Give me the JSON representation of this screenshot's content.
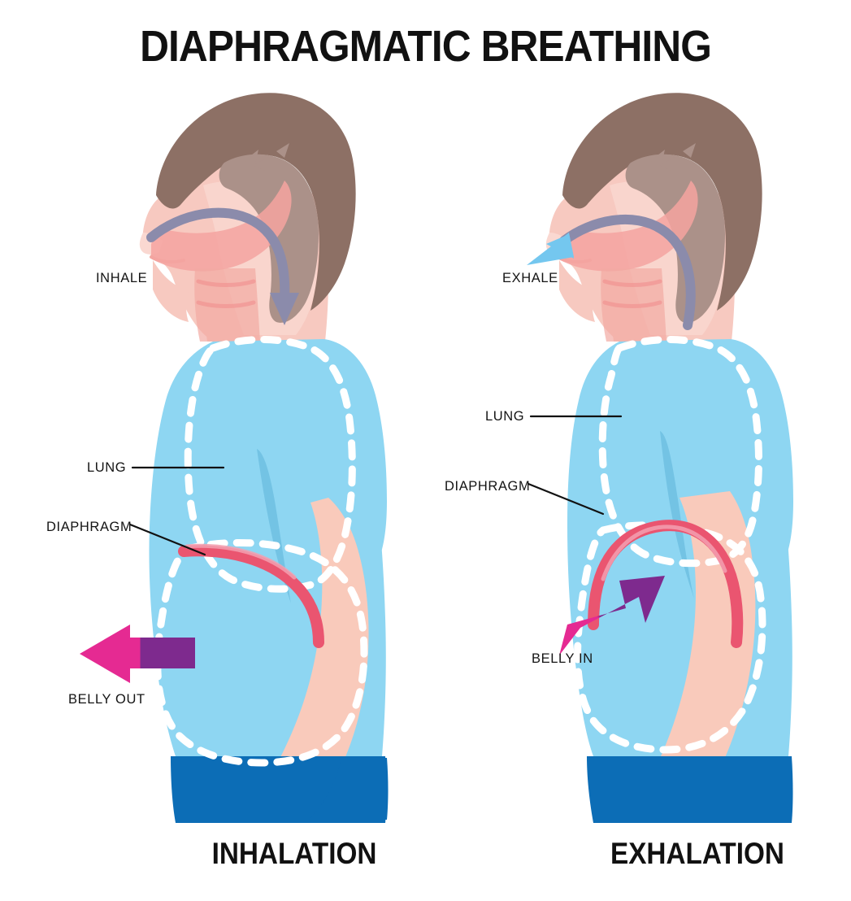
{
  "title": "DIAPHRAGMATIC BREATHING",
  "captions": {
    "left": "INHALATION",
    "right": "EXHALATION"
  },
  "panels": [
    {
      "id": "inhalation",
      "caption": "INHALATION",
      "labels": {
        "breath": "INHALE",
        "lung": "LUNG",
        "diaphragm": "DIAPHRAGM",
        "belly": "BELLY OUT"
      }
    },
    {
      "id": "exhalation",
      "caption": "EXHALATION",
      "labels": {
        "breath": "EXHALE",
        "lung": "LUNG",
        "diaphragm": "DIAPHRAGM",
        "belly": "BELLY IN"
      }
    }
  ],
  "colors": {
    "background": "#ffffff",
    "title_text": "#111111",
    "label_text": "#141414",
    "leader_line": "#111111",
    "hair_dark": "#8d7065",
    "hair_light": "#ab9189",
    "skin": "#f7c9c0",
    "skin_light": "#fad8d1",
    "skin_arm": "#f9cabb",
    "face_inner": "#f2a9a2",
    "airway": "#f08d8d",
    "shirt": "#8ed6f2",
    "shirt_shade": "#7ecbec",
    "pants": "#0c6db6",
    "dashed_outline": "#ffffff",
    "diaphragm": "#ea5570",
    "diaphragm_light": "#f3a0b0",
    "breath_arrow_gray": "#8b8bab",
    "exhale_arrow_blue": "#74c7ef",
    "belly_arrow_pink": "#e52a92",
    "belly_arrow_purple": "#7e2a8e"
  },
  "icons": {
    "inhale_arrow": "curved-down-arrow-icon",
    "exhale_arrow": "curved-up-arrow-icon",
    "belly_out_arrow": "left-arrow-icon",
    "belly_in_arrow": "up-right-arrow-icon"
  }
}
